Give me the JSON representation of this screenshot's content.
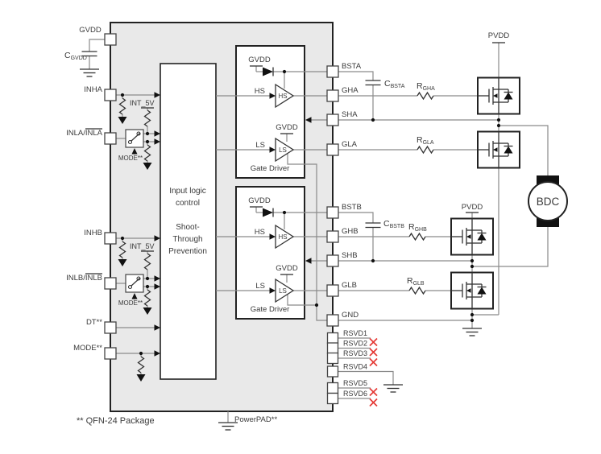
{
  "colors": {
    "chip_fill": "#e9e9e9",
    "wire_gray": "#8a8a8a",
    "outline_dark": "#222222",
    "text": "#3a3a3a",
    "no_connect_red": "#e53935"
  },
  "note": {
    "package": "** QFN-24 Package"
  },
  "powerpad": {
    "label": "PowerPAD**"
  },
  "logic_block": {
    "line1": "Input logic",
    "line2": "control",
    "line3": "Shoot-",
    "line4": "Through",
    "line5": "Prevention"
  },
  "gate_driver": {
    "title": "Gate Driver",
    "gvdd": "GVDD",
    "hs": "HS",
    "ls": "LS"
  },
  "internal": {
    "int5v": "INT_5V",
    "mode_switch": "MODE**"
  },
  "left_pins": {
    "gvdd": "GVDD",
    "inha": "INHA",
    "inla_plain": "INLA/",
    "inla_over": "INLA",
    "inhb": "INHB",
    "inlb_plain": "INLB/",
    "inlb_over": "INLB",
    "dt": "DT**",
    "mode": "MODE**"
  },
  "right_pins": {
    "bsta": "BSTA",
    "gha": "GHA",
    "sha": "SHA",
    "gla": "GLA",
    "bstb": "BSTB",
    "ghb": "GHB",
    "shb": "SHB",
    "glb": "GLB",
    "gnd": "GND",
    "rsvd1": "RSVD1",
    "rsvd2": "RSVD2",
    "rsvd3": "RSVD3",
    "rsvd4": "RSVD4",
    "rsvd5": "RSVD5",
    "rsvd6": "RSVD6"
  },
  "components": {
    "c_gvdd": {
      "main": "C",
      "sub": "GVDD"
    },
    "c_bsta": {
      "main": "C",
      "sub": "BSTA"
    },
    "c_bstb": {
      "main": "C",
      "sub": "BSTB"
    },
    "r_gha": {
      "main": "R",
      "sub": "GHA"
    },
    "r_gla": {
      "main": "R",
      "sub": "GLA"
    },
    "r_ghb": {
      "main": "R",
      "sub": "GHB"
    },
    "r_glb": {
      "main": "R",
      "sub": "GLB"
    }
  },
  "power": {
    "pvdd": "PVDD"
  },
  "motor": {
    "label": "BDC"
  }
}
